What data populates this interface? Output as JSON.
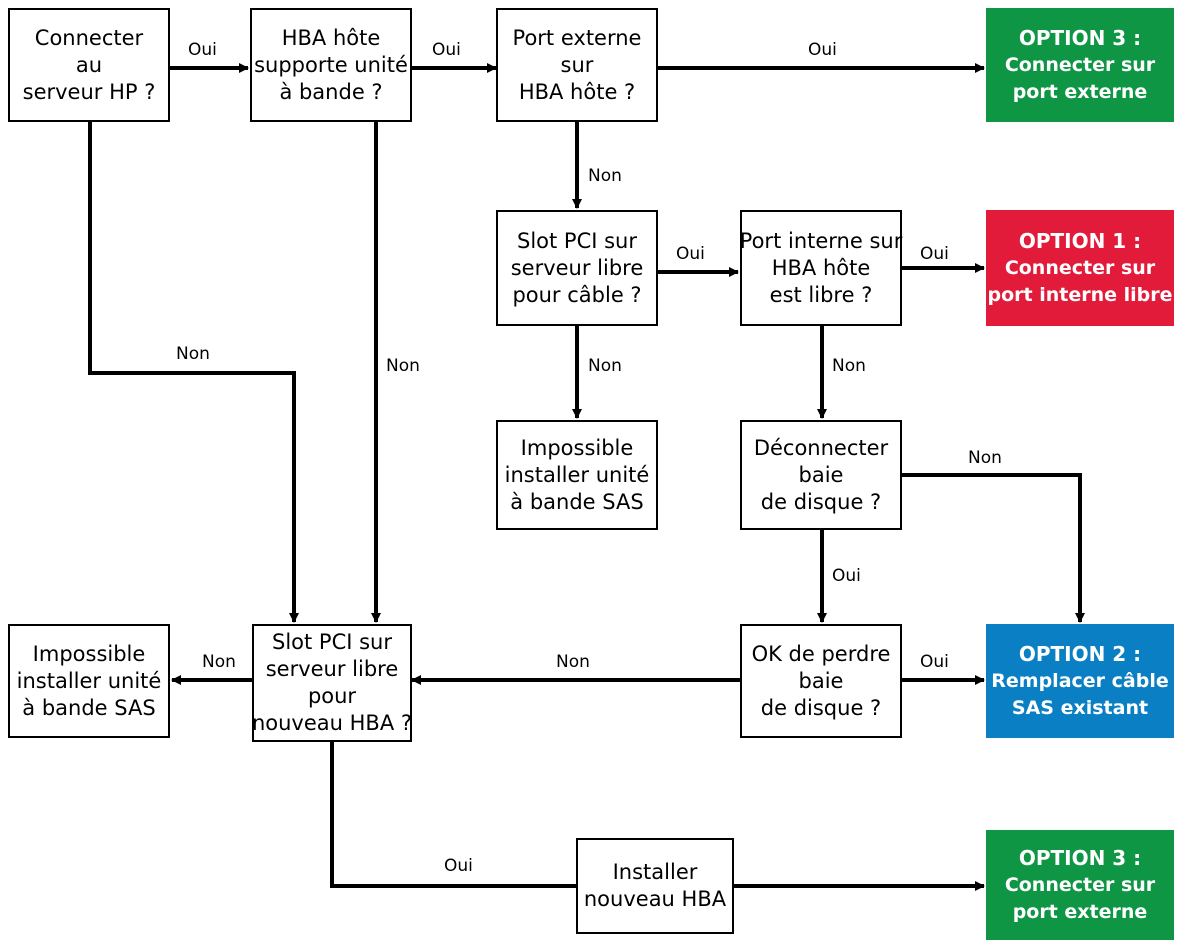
{
  "colors": {
    "option1": "#e31b3b",
    "option2": "#0a7fc4",
    "option3": "#0f9645",
    "stroke": "#000000"
  },
  "nodes": {
    "q_connect": [
      "Connecter",
      "au",
      "serveur HP ?"
    ],
    "q_hba_supports": [
      "HBA hôte",
      "supporte unité",
      "à bande ?"
    ],
    "q_external_port": [
      "Port externe",
      "sur",
      "HBA hôte ?"
    ],
    "opt3_top": [
      "OPTION 3 :",
      "Connecter sur",
      "port externe"
    ],
    "q_pci_cable": [
      "Slot PCI sur",
      "serveur libre",
      "pour câble ?"
    ],
    "q_internal_port": [
      "Port interne sur",
      "HBA hôte",
      "est libre ?"
    ],
    "opt1": [
      "OPTION 1 :",
      "Connecter sur",
      "port interne libre"
    ],
    "impossible_mid": [
      "Impossible",
      "installer unité",
      "à bande SAS"
    ],
    "q_disconnect": [
      "Déconnecter",
      "baie",
      "de disque ?"
    ],
    "impossible_left": [
      "Impossible",
      "installer unité",
      "à bande SAS"
    ],
    "q_pci_new_hba": [
      "Slot PCI sur",
      "serveur libre",
      "pour",
      "nouveau HBA ?"
    ],
    "q_ok_lose": [
      "OK de perdre",
      "baie",
      "de disque ?"
    ],
    "opt2": [
      "OPTION 2 :",
      "Remplacer câble",
      "SAS existant"
    ],
    "install_hba": [
      "Installer",
      "nouveau HBA"
    ],
    "opt3_bottom": [
      "OPTION 3 :",
      "Connecter sur",
      "port externe"
    ]
  },
  "edge_labels": {
    "e1": "Oui",
    "e2": "Oui",
    "e3": "Oui",
    "e4": "Non",
    "e5": "Non",
    "e6": "Non",
    "e7": "Oui",
    "e8": "Oui",
    "e9": "Non",
    "e10": "Non",
    "e11": "Non",
    "e12": "Oui",
    "e13": "Non",
    "e14": "Oui",
    "e15": "Non",
    "e16": "Oui"
  }
}
